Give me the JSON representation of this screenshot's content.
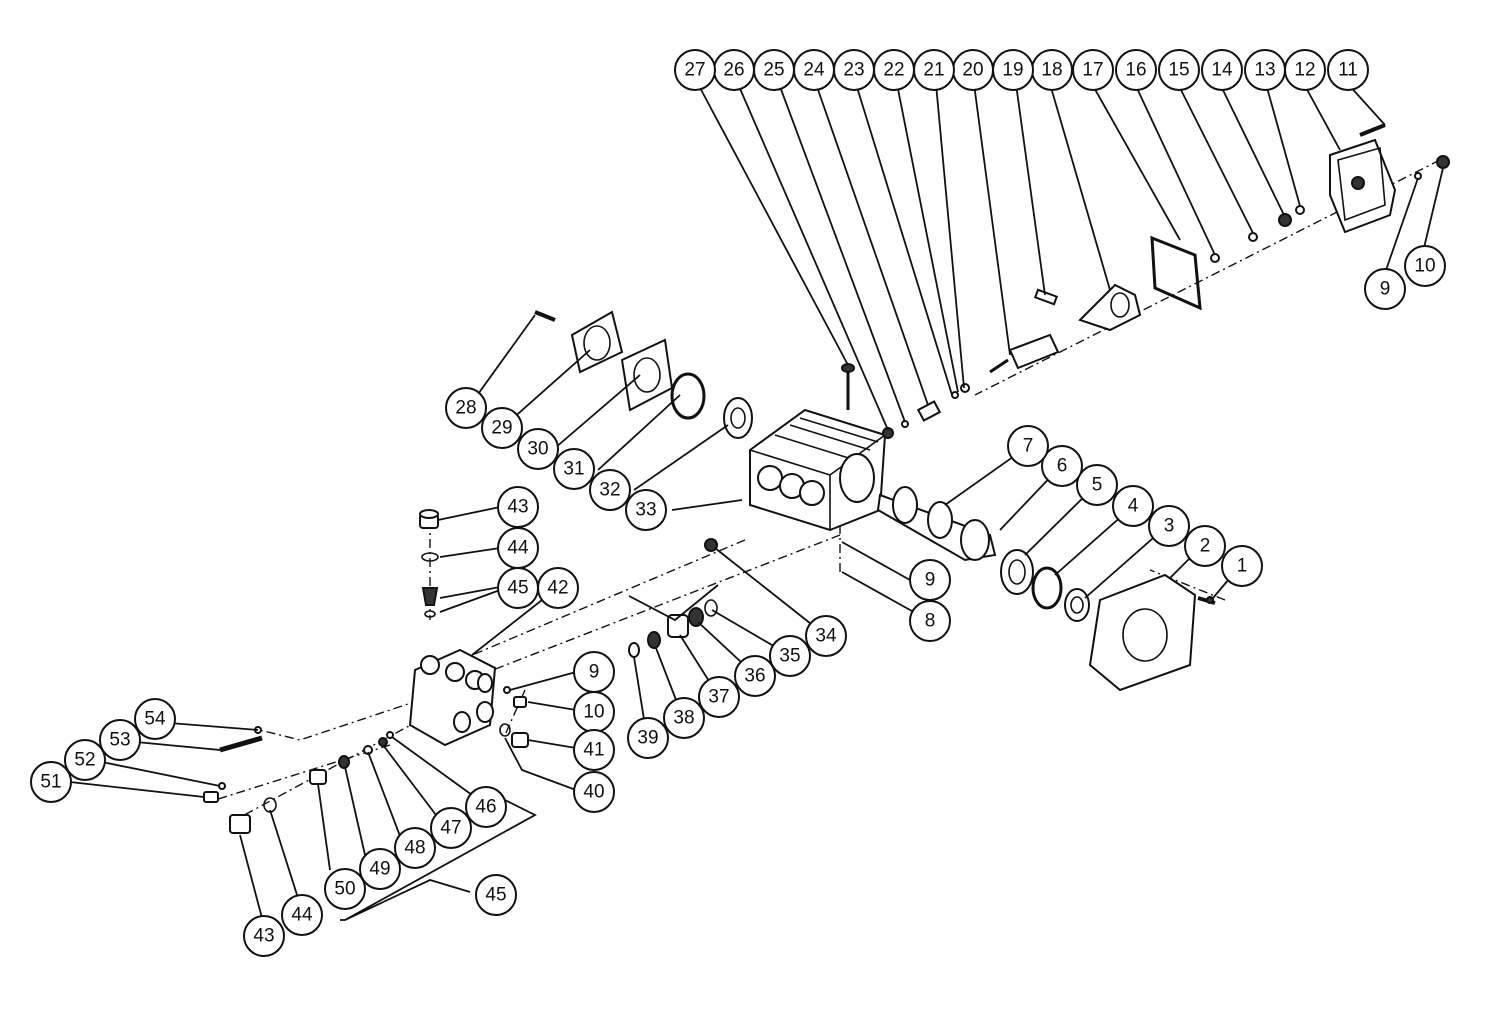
{
  "callouts": {
    "c1": "1",
    "c2": "2",
    "c3": "3",
    "c4": "4",
    "c5": "5",
    "c6": "6",
    "c7": "7",
    "c8": "8",
    "c9a": "9",
    "c9b": "9",
    "c9c": "9",
    "c10a": "10",
    "c10b": "10",
    "c11": "11",
    "c12": "12",
    "c13": "13",
    "c14": "14",
    "c15": "15",
    "c16": "16",
    "c17": "17",
    "c18": "18",
    "c19": "19",
    "c20": "20",
    "c21": "21",
    "c22": "22",
    "c23": "23",
    "c24": "24",
    "c25": "25",
    "c26": "26",
    "c27": "27",
    "c28": "28",
    "c29": "29",
    "c30": "30",
    "c31": "31",
    "c32": "32",
    "c33": "33",
    "c34": "34",
    "c35": "35",
    "c36": "36",
    "c37": "37",
    "c38": "38",
    "c39": "39",
    "c40": "40",
    "c41": "41",
    "c42": "42",
    "c43a": "43",
    "c43b": "43",
    "c44a": "44",
    "c44b": "44",
    "c45a": "45",
    "c45b": "45",
    "c46": "46",
    "c47": "47",
    "c48": "48",
    "c49": "49",
    "c50": "50",
    "c51": "51",
    "c52": "52",
    "c53": "53",
    "c54": "54"
  }
}
